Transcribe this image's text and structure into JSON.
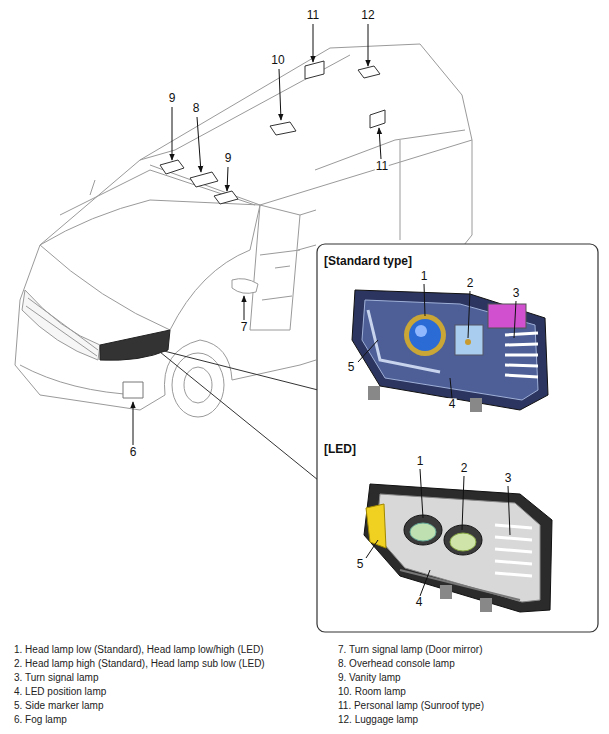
{
  "diagram": {
    "labels": [
      "11",
      "12",
      "10",
      "9",
      "8",
      "9",
      "11",
      "7",
      "6",
      "[Standard type]",
      "1",
      "2",
      "3",
      "5",
      "4",
      "[LED]",
      "1",
      "2",
      "3",
      "5",
      "4",
      "1. Head lamp low (Standard), Head lamp low/high (LED)",
      "2. Head lamp high (Standard), Head lamp sub low (LED)",
      "3. Turn signal lamp",
      "4. LED position lamp",
      "5. Side marker lamp",
      "6. Fog lamp",
      "7. Turn signal lamp (Door mirror)",
      "8. Overhead console lamp",
      "9. Vanity lamp",
      "10. Room lamp",
      "11. Personal lamp (Sunroof type)",
      "12. Luggage lamp"
    ]
  }
}
